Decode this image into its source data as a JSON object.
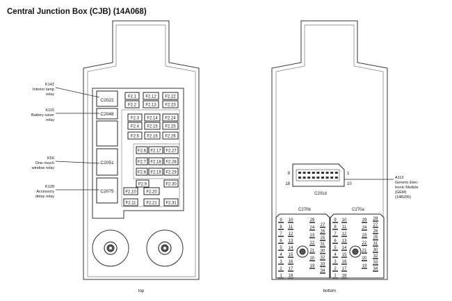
{
  "title": "Central Junction Box (CJB) (14A068)",
  "views": {
    "top": "top",
    "bottom": "bottom"
  },
  "relays": [
    "C2022",
    "C2048",
    "C2051",
    "C2075"
  ],
  "fuses": [
    {
      "id": "f21",
      "label": "F2.1"
    },
    {
      "id": "f212",
      "label": "F2.12"
    },
    {
      "id": "f222",
      "label": "F2.22"
    },
    {
      "id": "f22",
      "label": "F2.2"
    },
    {
      "id": "f213",
      "label": "F2.13"
    },
    {
      "id": "f223",
      "label": "F2.23"
    },
    {
      "id": "f23",
      "label": "F2.3"
    },
    {
      "id": "f214",
      "label": "F2.14"
    },
    {
      "id": "f224",
      "label": "F2.24"
    },
    {
      "id": "f24",
      "label": "F2.4"
    },
    {
      "id": "f215",
      "label": "F2.15"
    },
    {
      "id": "f225",
      "label": "F2.25"
    },
    {
      "id": "f25",
      "label": "F2.5"
    },
    {
      "id": "f216",
      "label": "F2.16"
    },
    {
      "id": "f226",
      "label": "F2.26"
    },
    {
      "id": "f26",
      "label": "F2.6"
    },
    {
      "id": "f217",
      "label": "F2.17"
    },
    {
      "id": "f227",
      "label": "F2.27"
    },
    {
      "id": "f27",
      "label": "F2.7"
    },
    {
      "id": "f218",
      "label": "F2.18"
    },
    {
      "id": "f228",
      "label": "F2.28"
    },
    {
      "id": "f28",
      "label": "F2.8"
    },
    {
      "id": "f219",
      "label": "F2.19"
    },
    {
      "id": "f229",
      "label": "F2.29"
    },
    {
      "id": "f29",
      "label": "F2.9"
    },
    {
      "id": "f230",
      "label": "F2.30"
    },
    {
      "id": "f210",
      "label": "F2.10"
    },
    {
      "id": "f220",
      "label": "F2.20"
    },
    {
      "id": "f211",
      "label": "F2.11"
    },
    {
      "id": "f221",
      "label": "F2.21"
    },
    {
      "id": "f231",
      "label": "F2.31"
    }
  ],
  "labels": {
    "k142": [
      "K142",
      "Interior lamp",
      "relay"
    ],
    "k115": [
      "K115",
      "Battery saver",
      "relay"
    ],
    "k50": [
      "K50",
      "One–touch",
      "window relay"
    ],
    "k128": [
      "K128",
      "Accessory",
      "delay relay"
    ],
    "a112": [
      "A112",
      "Generic Elec-",
      "tronic Module",
      "(GEM)",
      "(14B205)"
    ]
  },
  "connectors": {
    "c201d": {
      "name": "C201d",
      "pins": [
        "9",
        "1",
        "18",
        "10"
      ]
    },
    "c270b": {
      "name": "C270b",
      "col_a": [
        "9",
        "8",
        "7",
        "6",
        "5",
        "4",
        "3",
        "2",
        "1"
      ],
      "col_b": [
        "10",
        "11",
        "12",
        "13",
        "14",
        "15",
        "16",
        "17",
        "18"
      ],
      "col_c": [
        "29",
        "24",
        "23",
        "22",
        "21",
        "20",
        "19"
      ],
      "col_d": [
        "27",
        "26",
        "25",
        "31",
        "30",
        "32",
        "33",
        "34"
      ]
    },
    "c270a": {
      "name": "C270a",
      "col_a": [
        "9",
        "8",
        "7",
        "6",
        "5",
        "4",
        "3",
        "2",
        "1"
      ],
      "col_b": [
        "10",
        "11",
        "12",
        "13",
        "14",
        "15",
        "16",
        "17",
        "18"
      ],
      "col_c": [
        "29",
        "24",
        "23",
        "22",
        "21",
        "20",
        "19"
      ],
      "col_d": [
        "28",
        "27",
        "26",
        "25",
        "31",
        "30",
        "32",
        "33",
        "34"
      ]
    }
  }
}
